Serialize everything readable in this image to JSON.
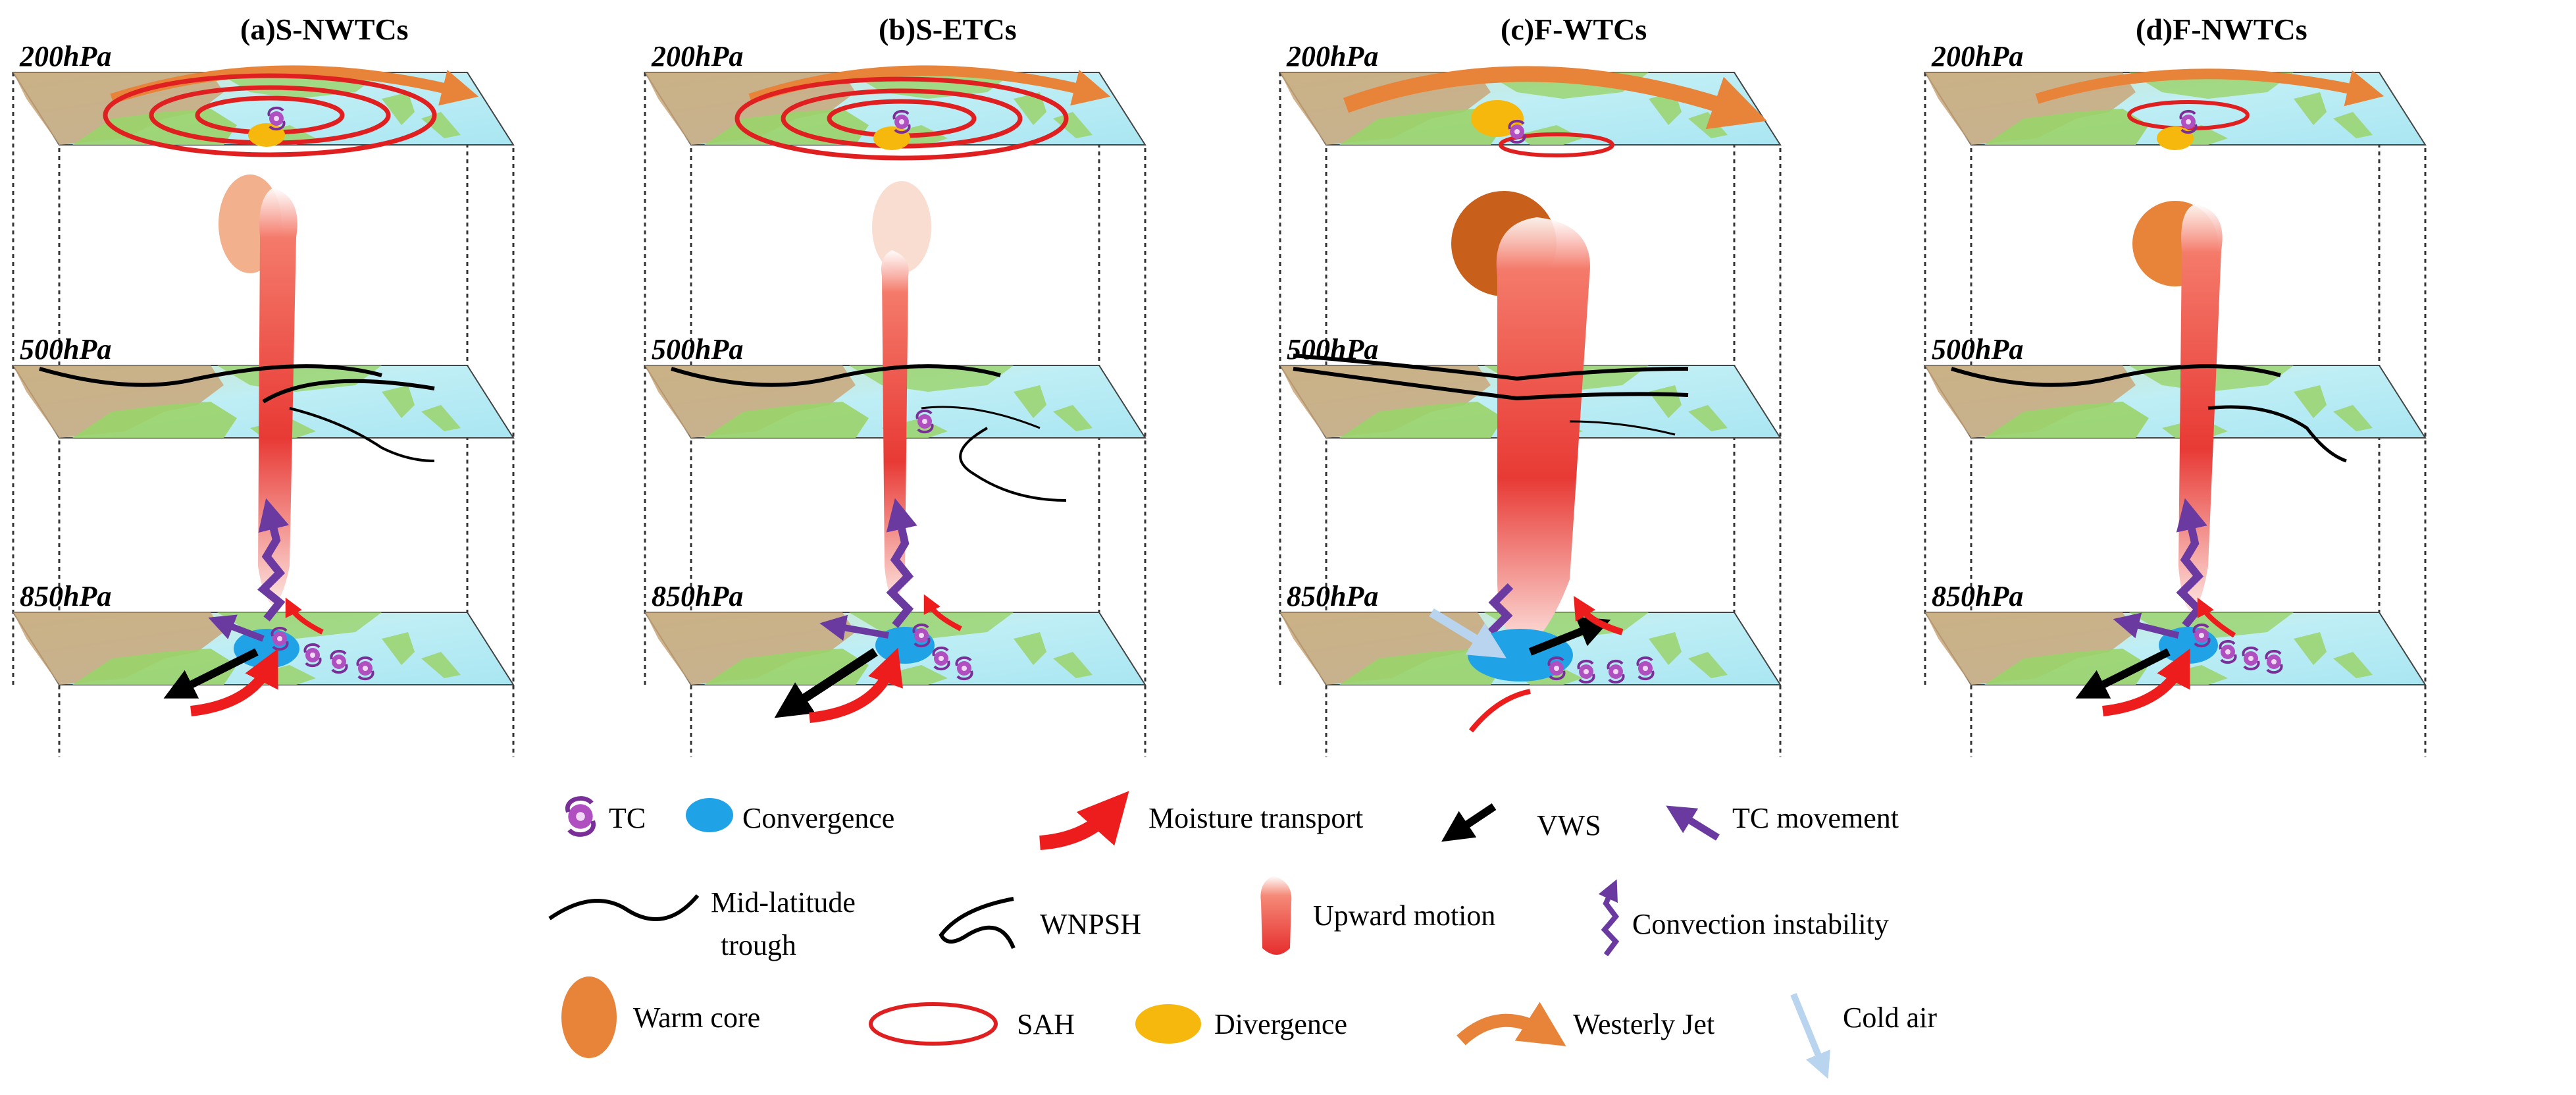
{
  "panels": [
    {
      "title": "(a)S-NWTCs",
      "levels": [
        "200hPa",
        "500hPa",
        "850hPa"
      ]
    },
    {
      "title": "(b)S-ETCs",
      "levels": [
        "200hPa",
        "500hPa",
        "850hPa"
      ]
    },
    {
      "title": "(c)F-WTCs",
      "levels": [
        "200hPa",
        "500hPa",
        "850hPa"
      ]
    },
    {
      "title": "(d)F-NWTCs",
      "levels": [
        "200hPa",
        "500hPa",
        "850hPa"
      ]
    }
  ],
  "legend": {
    "tc": "TC",
    "convergence": "Convergence",
    "moisture": "Moisture transport",
    "vws": "VWS",
    "tc_movement": "TC movement",
    "trough_line1": "Mid-latitude",
    "trough_line2": "trough",
    "wnpsh": "WNPSH",
    "upward": "Upward motion",
    "convection": "Convection instability",
    "warm_core": "Warm core",
    "sah": "SAH",
    "divergence": "Divergence",
    "westerly_jet": "Westerly Jet",
    "cold_air": "Cold air"
  },
  "colors": {
    "sea": "#bfeef5",
    "land": "#9ad36a",
    "mountain": "#c9a77a",
    "sah": "#e02020",
    "jet": "#e8843a",
    "divergence": "#f6b80c",
    "convergence": "#1fa3e6",
    "tc": "#8a3fb0",
    "vws": "#000000",
    "tc_movement": "#6a3aa0",
    "cold_air": "#b9d4ee"
  },
  "icons": [
    "tc-icon",
    "convergence-icon",
    "moisture-arrow-icon",
    "vws-arrow-icon",
    "tc-movement-arrow-icon",
    "trough-line-icon",
    "wnpsh-line-icon",
    "upward-motion-icon",
    "convection-icon",
    "warm-core-icon",
    "sah-ellipse-icon",
    "divergence-icon",
    "westerly-jet-icon",
    "cold-air-arrow-icon"
  ]
}
